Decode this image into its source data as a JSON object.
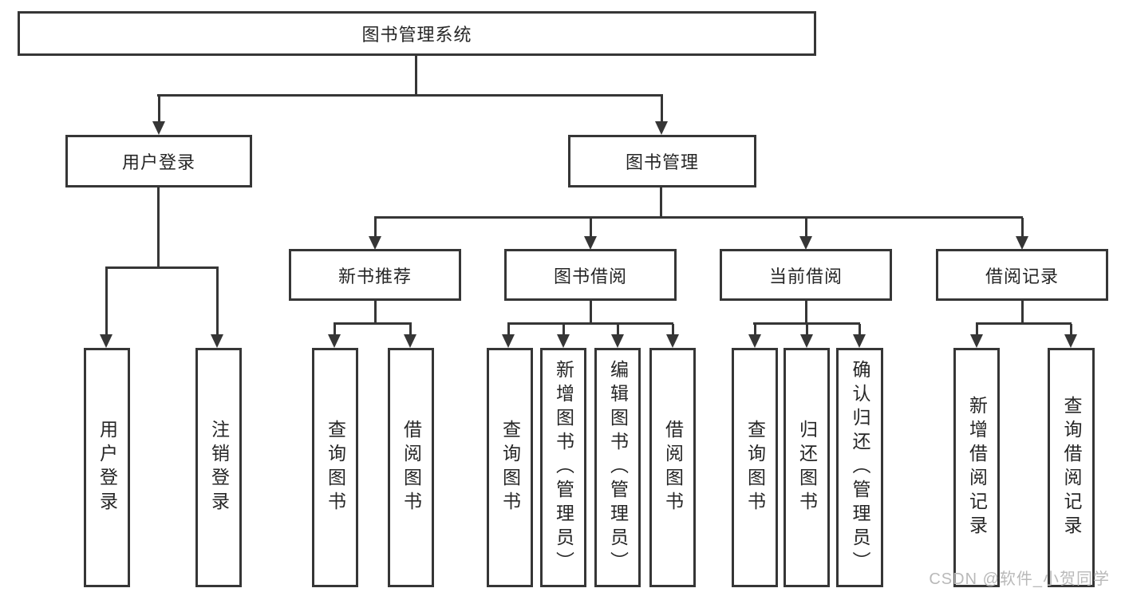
{
  "tree": {
    "label": "图书管理系统",
    "children": [
      {
        "label": "用户登录",
        "children": [
          {
            "label": "用户登录"
          },
          {
            "label": "注销登录"
          }
        ]
      },
      {
        "label": "图书管理",
        "children": [
          {
            "label": "新书推荐",
            "children": [
              {
                "label": "查询图书"
              },
              {
                "label": "借阅图书"
              }
            ]
          },
          {
            "label": "图书借阅",
            "children": [
              {
                "label": "查询图书"
              },
              {
                "label": "新增图书（管理员）"
              },
              {
                "label": "编辑图书（管理员）"
              },
              {
                "label": "借阅图书"
              }
            ]
          },
          {
            "label": "当前借阅",
            "children": [
              {
                "label": "查询图书"
              },
              {
                "label": "归还图书"
              },
              {
                "label": "确认归还（管理员）"
              }
            ]
          },
          {
            "label": "借阅记录",
            "children": [
              {
                "label": "新增借阅记录"
              },
              {
                "label": "查询借阅记录"
              }
            ]
          }
        ]
      }
    ]
  },
  "watermark": {
    "text": "CSDN @软件_小贺同学"
  },
  "colors": {
    "line": "#363636",
    "text": "#262626",
    "watermark": "#b9b9b9",
    "background": "#ffffff"
  }
}
